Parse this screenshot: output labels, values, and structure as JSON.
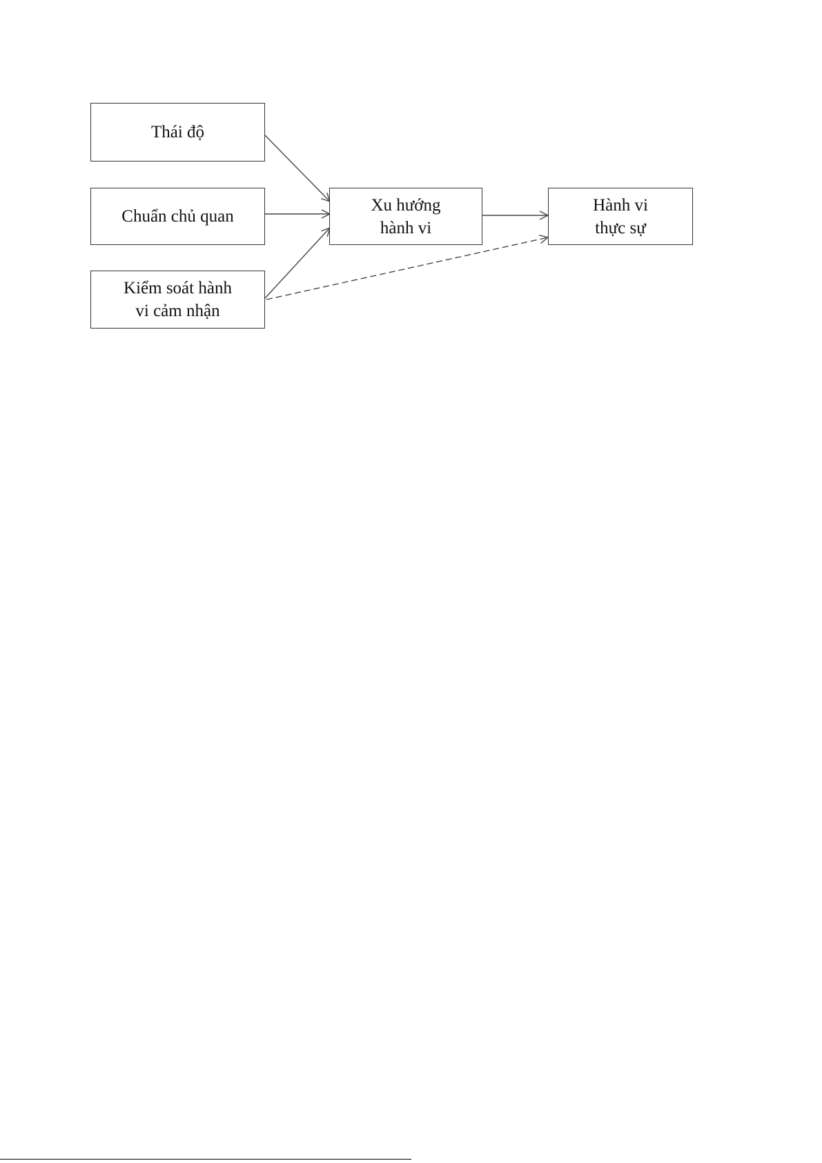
{
  "diagram": {
    "nodes": [
      {
        "id": "attitude",
        "label": "Thái độ"
      },
      {
        "id": "subjective-norm",
        "label": "Chuẩn chủ quan"
      },
      {
        "id": "perceived-control",
        "label": "Kiểm soát hành\nvi cảm nhận"
      },
      {
        "id": "intention",
        "label": "Xu hướng\nhành vi"
      },
      {
        "id": "behavior",
        "label": "Hành vi\nthực sự"
      }
    ],
    "edges": [
      {
        "from": "attitude",
        "to": "intention",
        "style": "solid"
      },
      {
        "from": "subjective-norm",
        "to": "intention",
        "style": "solid"
      },
      {
        "from": "perceived-control",
        "to": "intention",
        "style": "solid"
      },
      {
        "from": "intention",
        "to": "behavior",
        "style": "solid"
      },
      {
        "from": "perceived-control",
        "to": "behavior",
        "style": "dashed"
      }
    ]
  }
}
